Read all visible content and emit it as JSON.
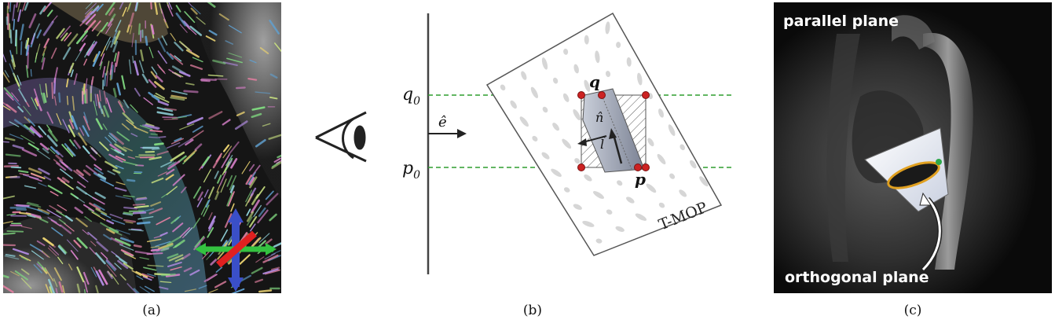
{
  "panels": {
    "a": {
      "caption": "(a)"
    },
    "b": {
      "caption": "(b)",
      "labels": {
        "q0_base": "q",
        "q0_sub": "0",
        "p0_base": "p",
        "p0_sub": "0",
        "e_hat": "ê",
        "q": "q",
        "p": "p",
        "n_hat": "n̂",
        "l_hat": "l̂",
        "tmop": "T-MOP"
      }
    },
    "c": {
      "caption": "(c)",
      "labels": {
        "parallel": "parallel plane",
        "orthogonal": "orthogonal plane"
      }
    }
  },
  "colors": {
    "guide_dashed": "#2e9e2e",
    "control_point": "#cc2222",
    "axis_blue": "#3a4fc8",
    "axis_red": "#e02020",
    "axis_green": "#34c240"
  }
}
